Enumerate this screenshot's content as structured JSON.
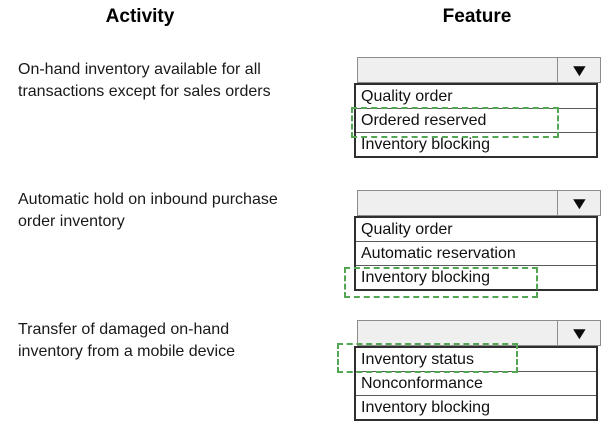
{
  "colors": {
    "highlight": "#53a653"
  },
  "icons": {
    "dropdown_arrow": "▼"
  },
  "header": {
    "activity": "Activity",
    "feature": "Feature"
  },
  "rows": [
    {
      "activity": "On-hand inventory available for all\ntransactions except for sales orders",
      "dropdown_value": "",
      "options": [
        "Quality order",
        "Ordered reserved",
        "Inventory blocking"
      ],
      "highlighted_index": 1,
      "highlighted_option": "Ordered reserved"
    },
    {
      "activity": "Automatic hold on inbound purchase\norder inventory",
      "dropdown_value": "",
      "options": [
        "Quality order",
        "Automatic reservation",
        "Inventory blocking"
      ],
      "highlighted_index": 2,
      "highlighted_option": "Inventory blocking"
    },
    {
      "activity": "Transfer of damaged on-hand\ninventory from a mobile device",
      "dropdown_value": "",
      "options": [
        "Inventory status",
        "Nonconformance",
        "Inventory blocking"
      ],
      "highlighted_index": 0,
      "highlighted_option": "Inventory status"
    }
  ]
}
